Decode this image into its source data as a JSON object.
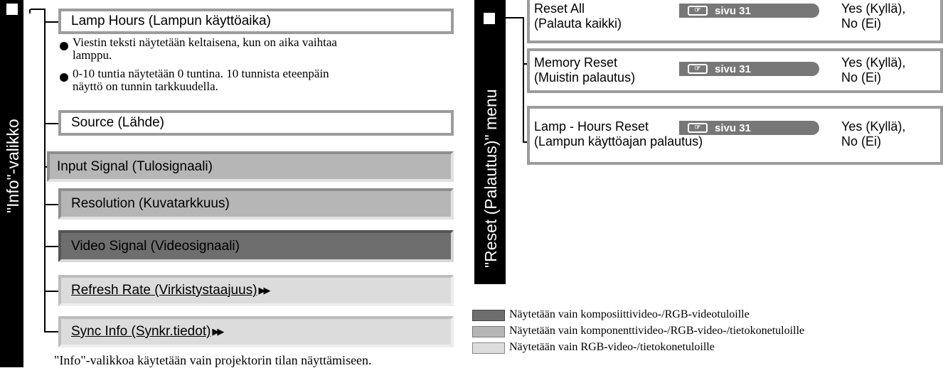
{
  "info_menu": {
    "vertical_title": "\"Info\"-valikko",
    "items": [
      {
        "label": "Lamp Hours (Lampun käyttöaika)"
      },
      {
        "label": "Source (Lähde)"
      },
      {
        "label": "Input Signal (Tulosignaali)"
      },
      {
        "label": "Resolution (Kuvatarkkuus)"
      },
      {
        "label": "Video Signal (Videosignaali)"
      },
      {
        "label": "Refresh Rate (Virkistystaajuus)"
      },
      {
        "label": "Sync Info (Synkr.tiedot)"
      }
    ],
    "notes": [
      {
        "line1": "Viestin teksti näytetään keltaisena, kun on aika vaihtaa",
        "line2": "lamppu."
      },
      {
        "line1": "0-10 tuntia näytetään 0 tuntina. 10 tunnista eteenpäin",
        "line2": "näyttö on tunnin tarkkuudella."
      }
    ],
    "footer": "\"Info\"-valikkoa käytetään vain projektorin tilan näyttämiseen."
  },
  "reset_menu": {
    "vertical_title": "\"Reset (Palautus)\" menu",
    "items": [
      {
        "line1": "Reset All",
        "line2": "(Palauta kaikki)",
        "page_ref": "sivu 31",
        "options_line1": "Yes (Kyllä),",
        "options_line2": "No (Ei)"
      },
      {
        "line1": "Memory Reset",
        "line2": "(Muistin palautus)",
        "page_ref": "sivu 31",
        "options_line1": "Yes (Kyllä),",
        "options_line2": "No (Ei)"
      },
      {
        "line1": "Lamp - Hours Reset",
        "line2": "(Lampun käyttöajan palautus)",
        "page_ref": "sivu 31",
        "options_line1": "Yes (Kyllä),",
        "options_line2": "No (Ei)"
      }
    ]
  },
  "legend": [
    {
      "color": "#6e6e6e",
      "text": "Näytetään vain komposiittivideo-/RGB-videotuloille"
    },
    {
      "color": "#b6b6b6",
      "text": "Näytetään vain komponenttivideo-/RGB-video-/tietokonetuloille"
    },
    {
      "color": "#dcdcdc",
      "text": "Näytetään vain RGB-video-/tietokonetuloille"
    }
  ],
  "colors": {
    "dark": "#6e6e6e",
    "mid": "#b6b6b6",
    "light": "#dcdcdc",
    "accent": "#000000"
  }
}
